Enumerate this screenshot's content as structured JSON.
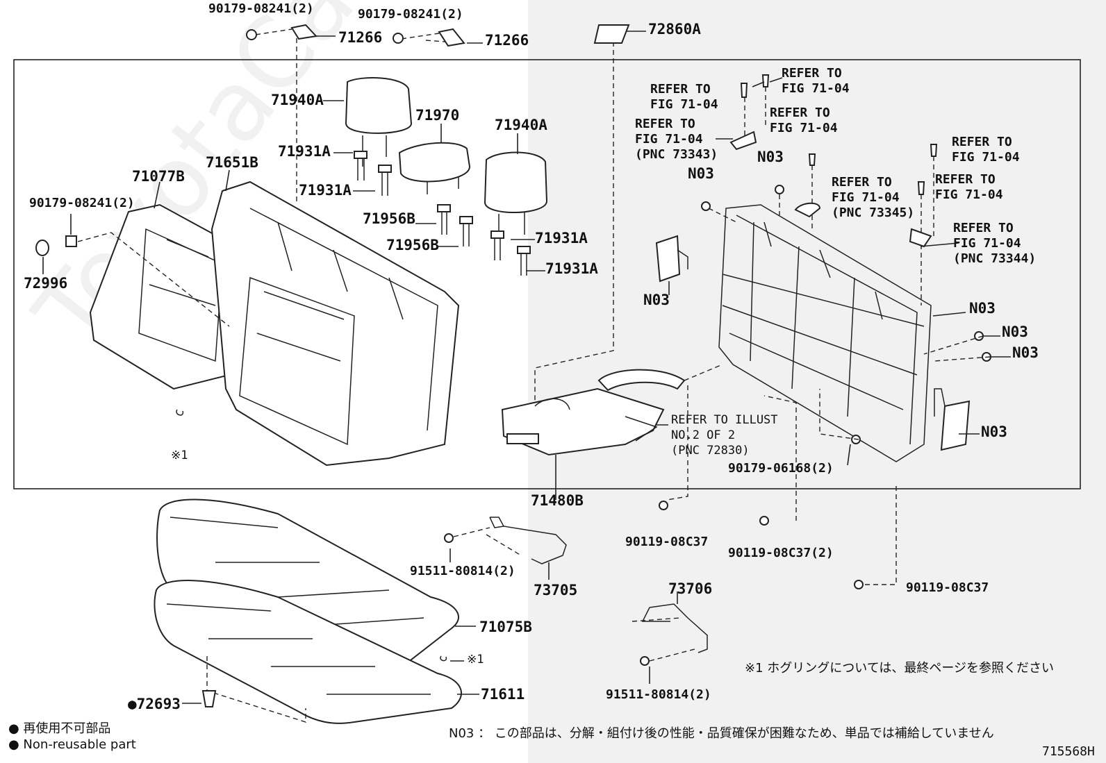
{
  "watermark": "ToyotaCamry.ru",
  "diagram_id": "715568H",
  "parts": {
    "p_90179_08241_a": "90179-08241(2)",
    "p_71266_a": "71266",
    "p_90179_08241_b": "90179-08241(2)",
    "p_71266_b": "71266",
    "p_72860A": "72860A",
    "p_71940A_left": "71940A",
    "p_71970": "71970",
    "p_71940A_right": "71940A",
    "p_71931A_1": "71931A",
    "p_71931A_2": "71931A",
    "p_71931A_3": "71931A",
    "p_71931A_4": "71931A",
    "p_71956B_1": "71956B",
    "p_71956B_2": "71956B",
    "p_71077B": "71077B",
    "p_71651B": "71651B",
    "p_90179_08241_c": "90179-08241(2)",
    "p_72996": "72996",
    "p_note1_left": "※1",
    "p_71480B": "71480B",
    "p_90119_08C37_a": "90119-08C37",
    "p_90119_08C37_b": "90119-08C37(2)",
    "p_90119_08C37_c": "90119-08C37",
    "p_91511_80814_a": "91511-80814(2)",
    "p_73705": "73705",
    "p_73706": "73706",
    "p_91511_80814_b": "91511-80814(2)",
    "p_71075B": "71075B",
    "p_note1_mid": "※1",
    "p_71611": "71611",
    "p_72693": "●72693",
    "p_90179_06168": "90179-06168(2)",
    "p_N03_1": "N03",
    "p_N03_2": "N03",
    "p_N03_3": "N03",
    "p_N03_4": "N03",
    "p_N03_5": "N03",
    "p_N03_6": "N03",
    "p_N03_7": "N03"
  },
  "refs": {
    "r1": "REFER TO\nFIG 71-04",
    "r2": "REFER TO\nFIG 71-04",
    "r3": "REFER TO\nFIG 71-04\n(PNC 73343)",
    "r4": "REFER TO\nFIG 71-04",
    "r5": "REFER TO\nFIG 71-04",
    "r6": "REFER TO\nFIG 71-04\n(PNC 73345)",
    "r7": "REFER TO\nFIG 71-04",
    "r8": "REFER TO\nFIG 71-04\n(PNC 73344)",
    "r9": "REFER TO ILLUST\nNO.2 OF 2\n(PNC 72830)"
  },
  "legend": {
    "line1": "● 再使用不可部品",
    "line2": "● Non-reusable part"
  },
  "notes": {
    "hog_ring": "※1 ホグリングについては、最終ページを参照ください",
    "n03": "N03 ： この部品は、分解・組付け後の性能・品質確保が困難なため、単品では補給していません"
  }
}
